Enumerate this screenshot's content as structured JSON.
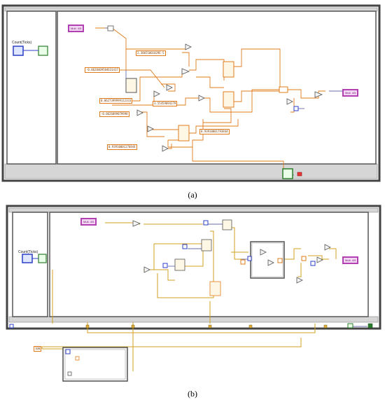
{
  "diagrams": {
    "a": {
      "caption": "(a)",
      "count_label": "Count(Ticks)",
      "input_indicator": "Mult. 4/5",
      "output_indicator": "Mult. 4/5",
      "constants": [
        "2.30651001029E-5",
        "-0.0628409584631417",
        "0.0627399999112333",
        "3.55459094279",
        "-0.0626099079998",
        "0.93910001793844",
        "0.93910001276844"
      ]
    },
    "b": {
      "caption": "(b)",
      "count_label": "Count(Ticks)",
      "input_indicator": "Mult. 4/5",
      "output_indicator": "Mult. 4/5",
      "constant_outer": "100"
    }
  },
  "colors": {
    "wire_orange": "#e07b1b",
    "wire_blue": "#2b3fc6",
    "indicator_pink": "#b140b1",
    "frame_gray": "#555555"
  }
}
